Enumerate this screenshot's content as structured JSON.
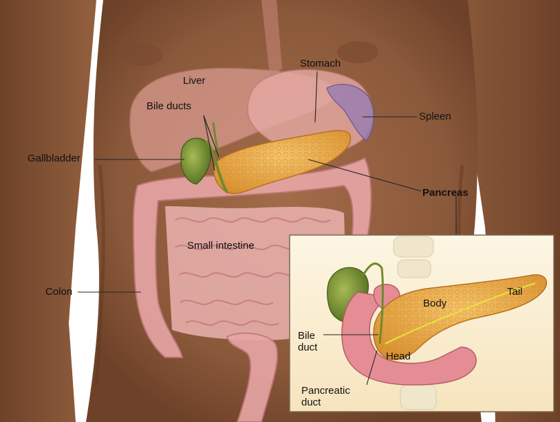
{
  "labels": {
    "liver": "Liver",
    "stomach": "Stomach",
    "bile_ducts": "Bile ducts",
    "spleen": "Spleen",
    "gallbladder": "Gallbladder",
    "pancreas": "Pancreas",
    "small_intestine": "Small intestine",
    "colon": "Colon"
  },
  "inset": {
    "tail": "Tail",
    "body": "Body",
    "head": "Head",
    "bile_duct": [
      "Bile",
      "duct"
    ],
    "pancreatic_duct": [
      "Pancreatic",
      "duct"
    ]
  },
  "colors": {
    "skin": "#8a5a3c",
    "organ_pink": "#e8a6a6",
    "pancreas": "#e8a84a",
    "gallbladder": "#6f8a2e",
    "spleen": "#9b7fb0",
    "inset_bg": "#fbf0d6"
  }
}
